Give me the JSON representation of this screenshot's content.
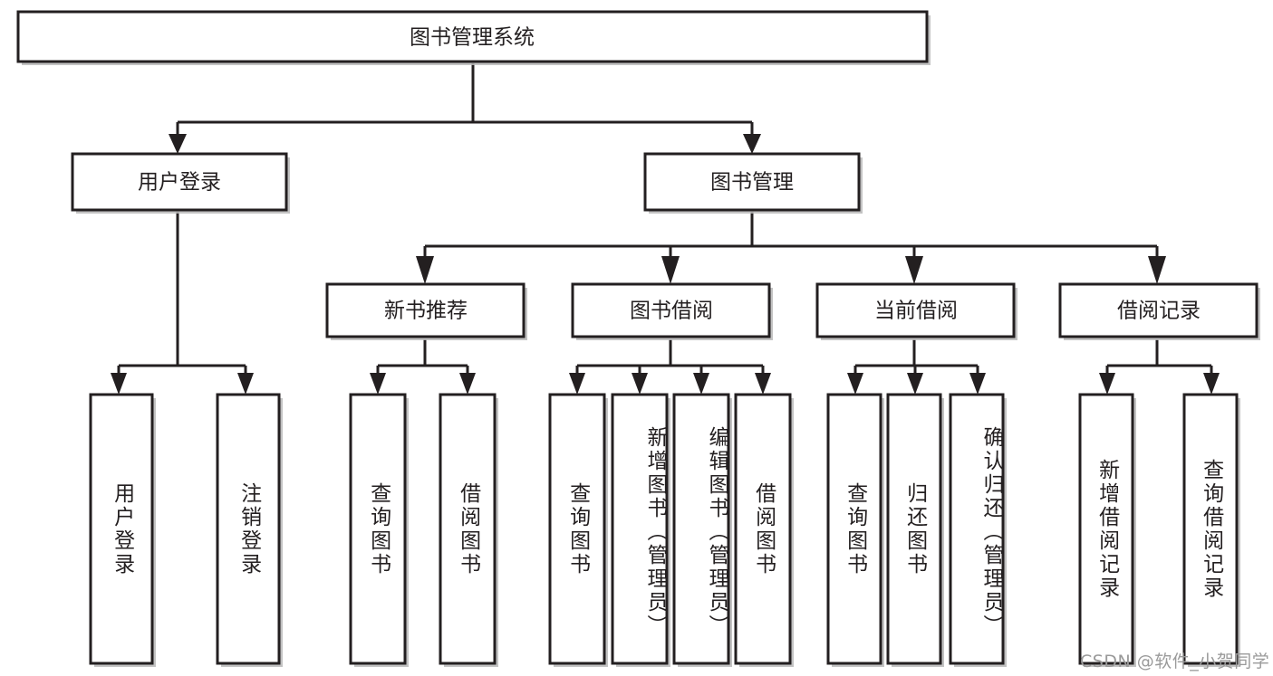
{
  "diagram": {
    "type": "tree-hierarchy-chart",
    "title": "图书管理系统",
    "orientation": "top-down",
    "colors": {
      "box_stroke": "#231f20",
      "box_fill": "#ffffff",
      "connector": "#231f20",
      "shadow": "#b8b8b8",
      "watermark": "#9a9a9a"
    },
    "root": {
      "label": "图书管理系统",
      "level": 0
    },
    "level2": [
      {
        "label": "用户登录"
      },
      {
        "label": "图书管理"
      }
    ],
    "level3": [
      {
        "label": "新书推荐"
      },
      {
        "label": "图书借阅"
      },
      {
        "label": "当前借阅"
      },
      {
        "label": "借阅记录"
      }
    ],
    "leaves": {
      "user_login": [
        {
          "label": "用户登录"
        },
        {
          "label": "注销登录"
        }
      ],
      "new_book_recommend": [
        {
          "label": "查询图书"
        },
        {
          "label": "借阅图书"
        }
      ],
      "book_borrow": [
        {
          "label": "查询图书"
        },
        {
          "label": "新增图书（管理员）"
        },
        {
          "label": "编辑图书（管理员）"
        },
        {
          "label": "借阅图书"
        }
      ],
      "current_borrow": [
        {
          "label": "查询图书"
        },
        {
          "label": "归还图书"
        },
        {
          "label": "确认归还（管理员）"
        }
      ],
      "borrow_record": [
        {
          "label": "新增借阅记录"
        },
        {
          "label": "查询借阅记录"
        }
      ]
    },
    "watermark": "CSDN @软件_小贺同学"
  }
}
